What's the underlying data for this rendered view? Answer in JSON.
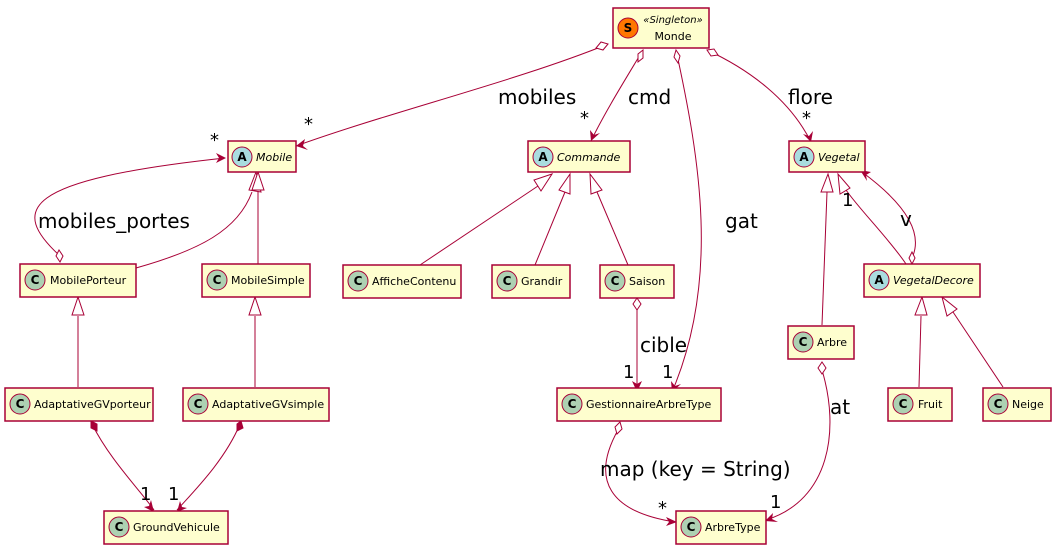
{
  "colors": {
    "box_fill": "#FEFECE",
    "box_stroke": "#A80036",
    "edge": "#A80036",
    "class_badge": "#ADD1B2",
    "abstract_badge": "#A9DCDF",
    "singleton_badge": "#FF7700"
  },
  "classes": {
    "monde": {
      "name": "Monde",
      "stereotype": "«Singleton»",
      "badge": "S"
    },
    "mobile": {
      "name": "Mobile",
      "badge": "A"
    },
    "commande": {
      "name": "Commande",
      "badge": "A"
    },
    "vegetal": {
      "name": "Vegetal",
      "badge": "A"
    },
    "mobileporteur": {
      "name": "MobilePorteur",
      "badge": "C"
    },
    "mobilesimple": {
      "name": "MobileSimple",
      "badge": "C"
    },
    "affiche": {
      "name": "AfficheContenu",
      "badge": "C"
    },
    "grandir": {
      "name": "Grandir",
      "badge": "C"
    },
    "saison": {
      "name": "Saison",
      "badge": "C"
    },
    "vegetaldecore": {
      "name": "VegetalDecore",
      "badge": "A"
    },
    "arbre": {
      "name": "Arbre",
      "badge": "C"
    },
    "agvporteur": {
      "name": "AdaptativeGVporteur",
      "badge": "C"
    },
    "agvsimple": {
      "name": "AdaptativeGVsimple",
      "badge": "C"
    },
    "gestionnaire": {
      "name": "GestionnaireArbreType",
      "badge": "C"
    },
    "fruit": {
      "name": "Fruit",
      "badge": "C"
    },
    "neige": {
      "name": "Neige",
      "badge": "C"
    },
    "ground": {
      "name": "GroundVehicule",
      "badge": "C"
    },
    "arbretype": {
      "name": "ArbreType",
      "badge": "C"
    }
  },
  "labels": {
    "mobiles": "mobiles",
    "cmd": "cmd",
    "flore": "flore",
    "gat": "gat",
    "mobiles_portes": "mobiles_portes",
    "v": "v",
    "cible": "cible",
    "at": "at",
    "map": "map (key = String)"
  },
  "multiplicities": {
    "mobiles_end": "*",
    "mobiles_portes_end": "*",
    "cmd_end": "*",
    "flore_end": "*",
    "v_end": "1",
    "cible_end": "1",
    "gat_end": "1",
    "agvp_ground": "1",
    "agvs_ground": "1",
    "map_end": "*",
    "at_end": "1"
  }
}
